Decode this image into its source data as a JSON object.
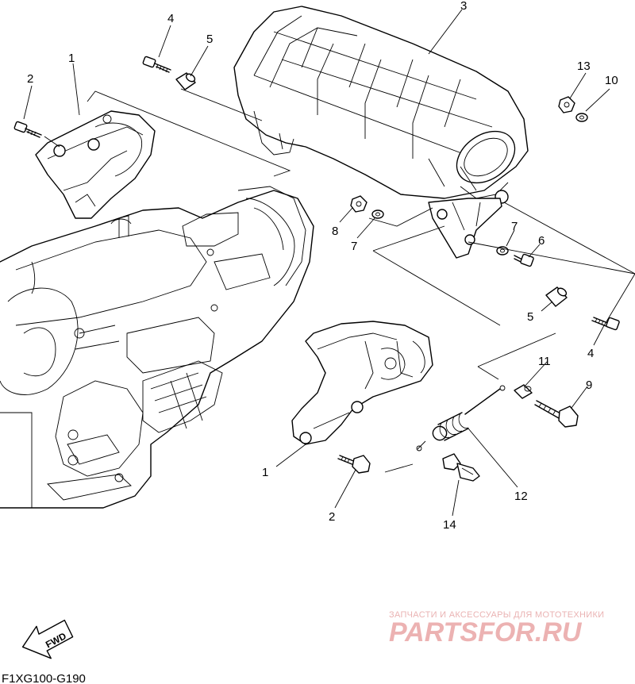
{
  "diagram": {
    "code": "F1XG100-G190",
    "fwd_label": "FWD",
    "callouts": [
      "1",
      "2",
      "3",
      "4",
      "5",
      "6",
      "7",
      "8",
      "9",
      "10",
      "11",
      "12",
      "13",
      "14"
    ],
    "callout_occurrences": [
      "1",
      "2",
      "4",
      "5",
      "1",
      "2",
      "4",
      "5",
      "7",
      "7",
      "3",
      "6",
      "8",
      "9",
      "10",
      "11",
      "12",
      "13",
      "14"
    ]
  },
  "watermark": {
    "subtitle": "ЗАПЧАСТИ И АКСЕССУАРЫ ДЛЯ МОТОТЕХНИКИ",
    "brand": "PARTSFOR.RU",
    "color": "#e9a5a5"
  }
}
